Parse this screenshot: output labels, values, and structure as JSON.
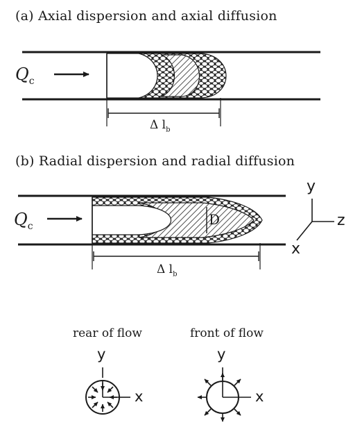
{
  "panel_a": {
    "title": "(a) Axial dispersion and axial diffusion",
    "flow_label": "Q",
    "flow_subscript": "c",
    "length_label": "Δ l",
    "length_subscript": "b"
  },
  "panel_b": {
    "title": "(b) Radial dispersion and radial diffusion",
    "flow_label": "Q",
    "flow_subscript": "c",
    "diameter_label": "D",
    "length_label": "Δ l",
    "length_subscript": "b",
    "axes": {
      "y": "y",
      "z": "z",
      "x": "x"
    }
  },
  "panel_c": {
    "rear": {
      "caption": "rear of flow",
      "y_label": "y",
      "x_label": "x"
    },
    "front": {
      "caption": "front of flow",
      "y_label": "y",
      "x_label": "x"
    }
  }
}
